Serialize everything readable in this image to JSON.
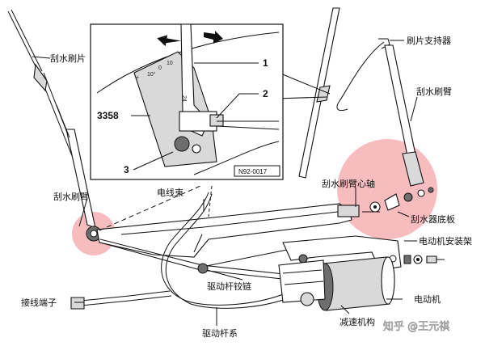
{
  "labels": {
    "wiper_blade": "刮水刷片",
    "wiper_arm_left": "刮水刷臂",
    "wire_harness": "电线束",
    "blade_holder": "刷片支持器",
    "wiper_arm_right": "刮水刷臂",
    "arm_pivot_shaft": "刮水刷臂心轴",
    "wiper_base_plate": "刮水器底板",
    "motor_bracket": "电动机安装架",
    "connector_terminal": "接线端子",
    "linkage_joint": "驱动杆铰链",
    "motor": "电动机",
    "drive_linkage": "驱动杆系",
    "reduction_gear": "减速机构"
  },
  "inset": {
    "callout_1": "1",
    "callout_2": "2",
    "callout_3": "3",
    "part_no": "3358",
    "figure_code": "N92-0017",
    "gauge_ticks": [
      "+",
      "10°",
      "0",
      "10",
      "24"
    ]
  },
  "watermark": {
    "text": "知乎 @王元祺"
  },
  "colors": {
    "highlight": "#f4a5a8"
  }
}
